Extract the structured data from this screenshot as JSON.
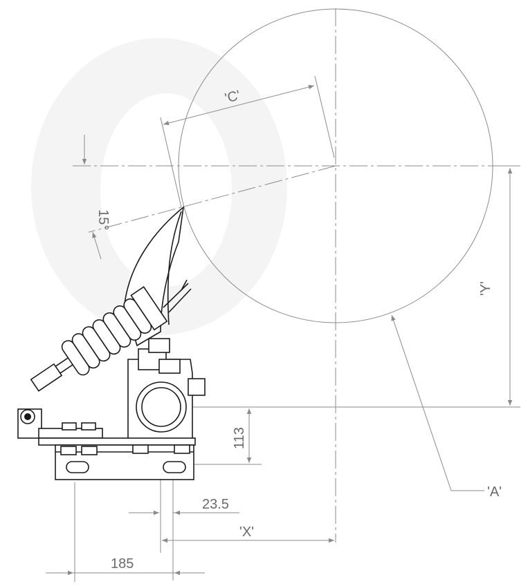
{
  "dimensions": {
    "c_label": "'C'",
    "angle_label": "15°",
    "y_label": "'Y'",
    "a_label": "'A'",
    "height_label": "113",
    "offset_label": "23.5",
    "x_label": "'X'",
    "width_label": "185"
  },
  "colors": {
    "dimension_lines": "#8a8a8a",
    "part_outline": "#1a1a1a",
    "watermark": "#f4f4f4"
  }
}
